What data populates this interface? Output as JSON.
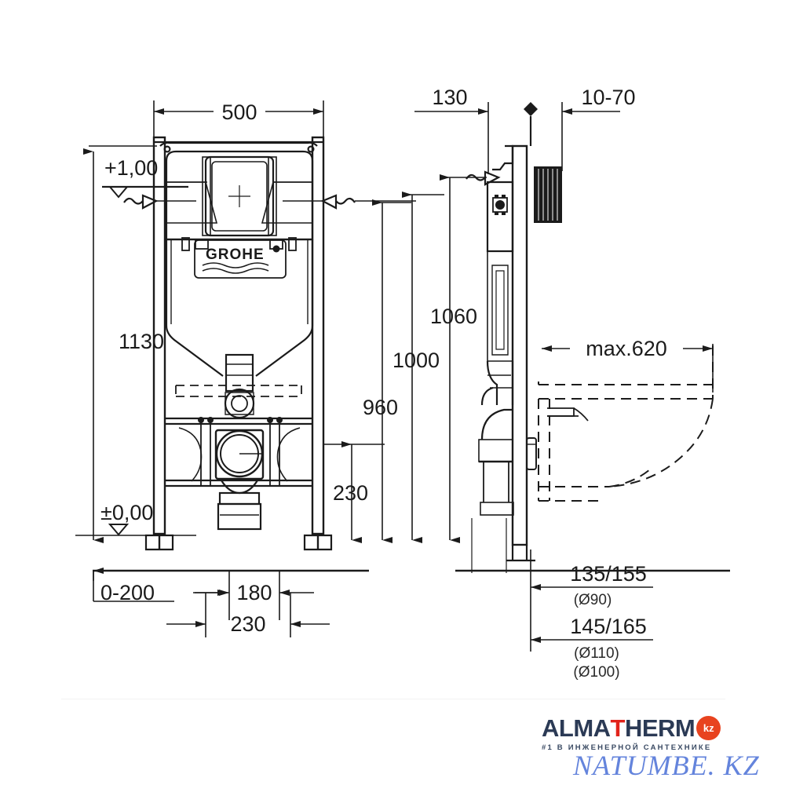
{
  "document": {
    "type": "technical-drawing",
    "subject": "GROHE Rapid SL wall-hung WC installation frame",
    "background_color": "#ffffff",
    "line_color": "#1b1b1b"
  },
  "views": {
    "front": {
      "label": "front-elevation"
    },
    "side": {
      "label": "side-section"
    }
  },
  "dimensions": {
    "width_500": "500",
    "elev_plus_one": "+1,00",
    "elev_zero": "±0,00",
    "height_1130": "1130",
    "offset_130": "130",
    "adjust_10_70": "10-70",
    "height_1060": "1060",
    "height_1000": "1000",
    "height_960": "960",
    "height_230_vert": "230",
    "depth_max_620": "max.620",
    "floor_0_200": "0-200",
    "spacing_180": "180",
    "spacing_230": "230",
    "outlet_135_155": "135/155",
    "outlet_135_155_dia": "(Ø90)",
    "outlet_145_165": "145/165",
    "outlet_145_165_dia1": "(Ø110)",
    "outlet_145_165_dia2": "(Ø100)"
  },
  "brand": {
    "cistern_logo": "GROHE",
    "logo_part_1": "ALMA",
    "logo_part_t": "T",
    "logo_part_2": "HERM",
    "logo_badge": "kz",
    "logo_tagline": "#1 В ИНЖЕНЕРНОЙ САНТЕХНИКЕ",
    "watermark": "NATUMBE. KZ",
    "colors": {
      "logo_navy": "#2b3a55",
      "logo_red": "#e2231a",
      "badge_orange": "#e8431f",
      "watermark_blue": "#4a6fd6"
    }
  }
}
